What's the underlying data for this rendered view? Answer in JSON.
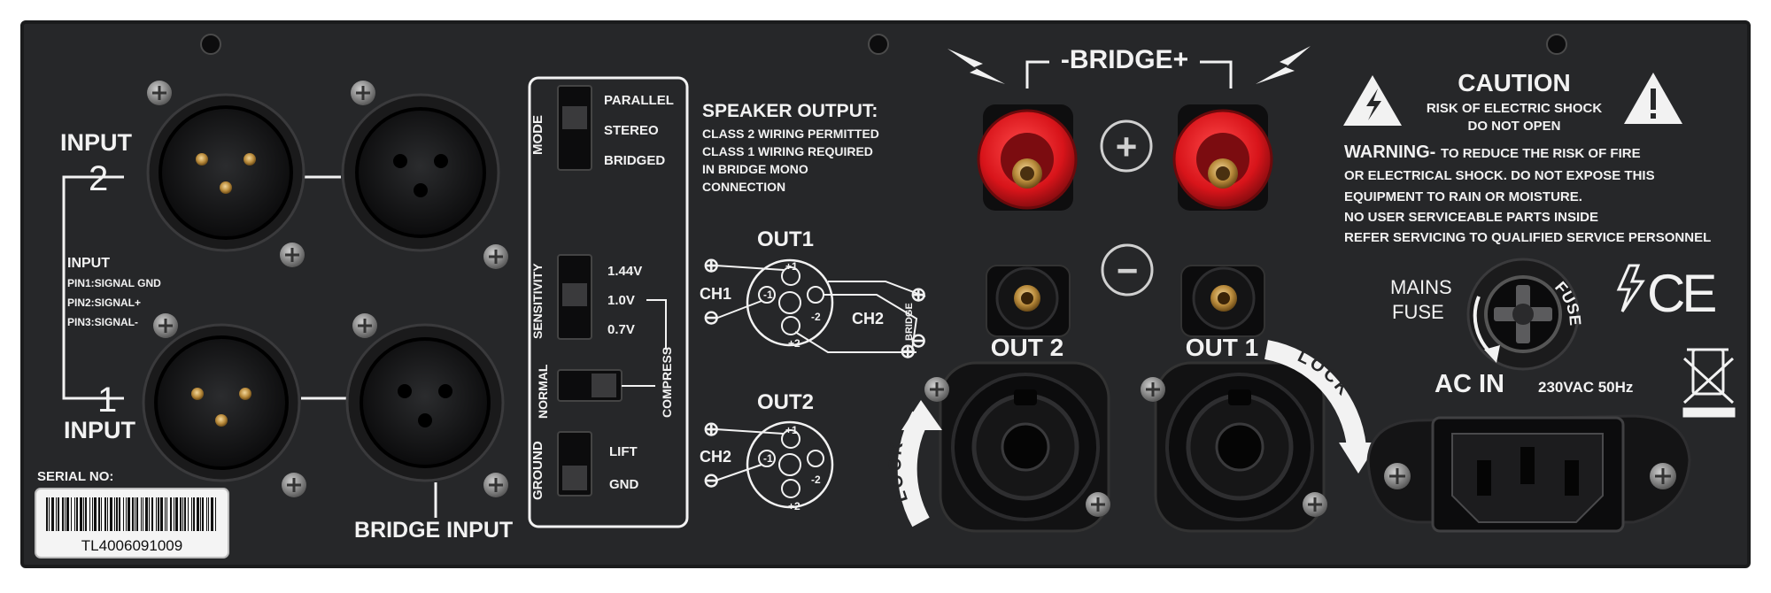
{
  "colors": {
    "panel": "#262729",
    "panel_edge": "#1a1b1c",
    "print": "#f2f2f2",
    "binding_red": "#d8141a",
    "connector_black": "#0e0e0f",
    "screw": "#9a9a9a",
    "sticker": "#f4f4f4"
  },
  "inputs": {
    "input2_label": "INPUT",
    "input2_number": "2",
    "input1_label": "INPUT",
    "input1_number": "1",
    "pin_title": "INPUT",
    "pin1": "PIN1:SIGNAL GND",
    "pin2": "PIN2:SIGNAL+",
    "pin3": "PIN3:SIGNAL-",
    "bridge_input": "BRIDGE INPUT"
  },
  "serial": {
    "label": "SERIAL NO:",
    "number": "TL4006091009"
  },
  "switches": {
    "mode_title": "MODE",
    "mode_options": [
      "PARALLEL",
      "STEREO",
      "BRIDGED"
    ],
    "sensitivity_title": "SENSITIVITY",
    "sensitivity_options": [
      "1.44V",
      "1.0V",
      "0.7V"
    ],
    "normal": "NORMAL",
    "compress": "COMPRESS",
    "ground_title": "GROUND",
    "ground_options": [
      "LIFT",
      "GND"
    ]
  },
  "speaker_output": {
    "title": "SPEAKER OUTPUT:",
    "lines": [
      "CLASS 2 WIRING PERMITTED",
      "CLASS 1 WIRING REQUIRED",
      "IN BRIDGE MONO",
      "CONNECTION"
    ],
    "out1_title": "OUT1",
    "out2_title": "OUT2",
    "ch1": "CH1",
    "ch2": "CH2",
    "ch2_out2": "CH2",
    "bridge_vertical": "BRIDGE",
    "pin_plus1": "+1",
    "pin_minus1": "-1",
    "pin_plus2": "+2",
    "pin_minus2": "-2"
  },
  "bridge": {
    "title": "-BRIDGE+",
    "plus_symbol": "+",
    "minus_symbol": "−",
    "out2_label": "OUT 2",
    "out1_label": "OUT 1",
    "lock_left": "LOCK",
    "lock_right": "LOCK"
  },
  "caution": {
    "title": "CAUTION",
    "line1": "RISK OF ELECTRIC SHOCK",
    "line2": "DO NOT OPEN",
    "warning_head": "WARNING-",
    "warning_line1": "TO REDUCE THE RISK OF FIRE",
    "warning_line2": "OR ELECTRICAL SHOCK. DO NOT EXPOSE THIS",
    "warning_line3": "EQUIPMENT TO RAIN OR MOISTURE.",
    "warning_line4": "NO USER SERVICEABLE PARTS INSIDE",
    "warning_line5": "REFER SERVICING TO QUALIFIED SERVICE PERSONNEL"
  },
  "power": {
    "mains": "MAINS",
    "fuse": "FUSE",
    "fuse_ring": "FUSE",
    "ac_in": "AC IN",
    "rating": "230VAC 50Hz",
    "ce_mark": "CE"
  }
}
